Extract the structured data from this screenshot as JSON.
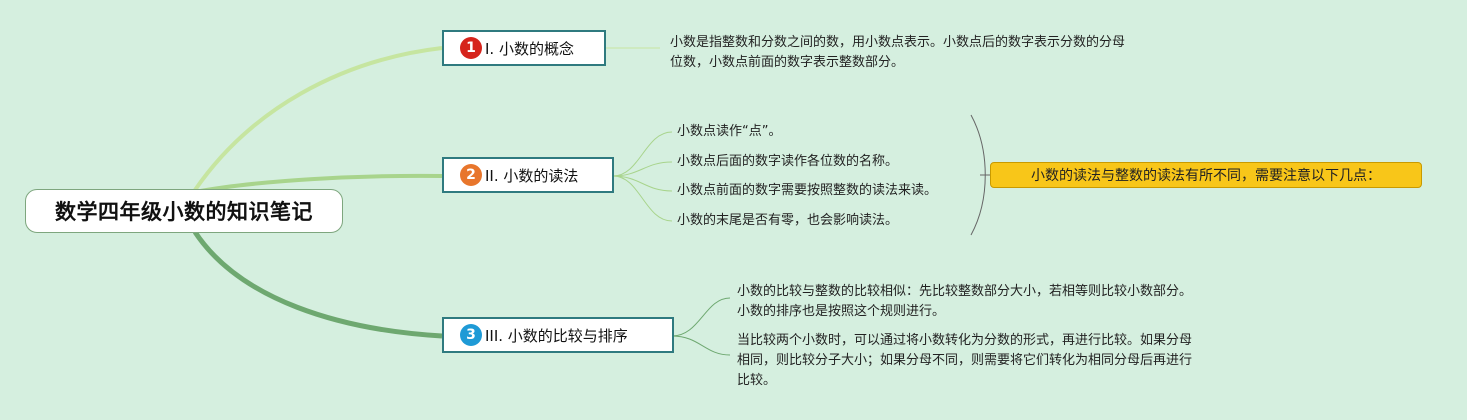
{
  "title": "数学四年级小数的知识笔记",
  "colors": {
    "background": "#d5efdf",
    "badge_1": "#d6241c",
    "badge_2": "#e8762c",
    "badge_3": "#1e9ad6",
    "callout": "#f8c619",
    "topic_border": "#2f7a7f"
  },
  "topics": [
    {
      "number": "1",
      "label": "I. 小数的概念",
      "details": [
        "小数是指整数和分数之间的数，用小数点表示。小数点后的数字表示分数的分母",
        "位数，小数点前面的数字表示整数部分。"
      ]
    },
    {
      "number": "2",
      "label": "II. 小数的读法",
      "details": [
        "小数点读作“点”。",
        "小数点后面的数字读作各位数的名称。",
        "小数点前面的数字需要按照整数的读法来读。",
        "小数的末尾是否有零，也会影响读法。"
      ],
      "callout": "小数的读法与整数的读法有所不同，需要注意以下几点："
    },
    {
      "number": "3",
      "label": "III. 小数的比较与排序",
      "details": [
        "小数的比较与整数的比较相似：先比较整数部分大小，若相等则比较小数部分。",
        "小数的排序也是按照这个规则进行。",
        "当比较两个小数时，可以通过将小数转化为分数的形式，再进行比较。如果分母",
        "相同，则比较分子大小；如果分母不同，则需要将它们转化为相同分母后再进行",
        "比较。"
      ]
    }
  ]
}
